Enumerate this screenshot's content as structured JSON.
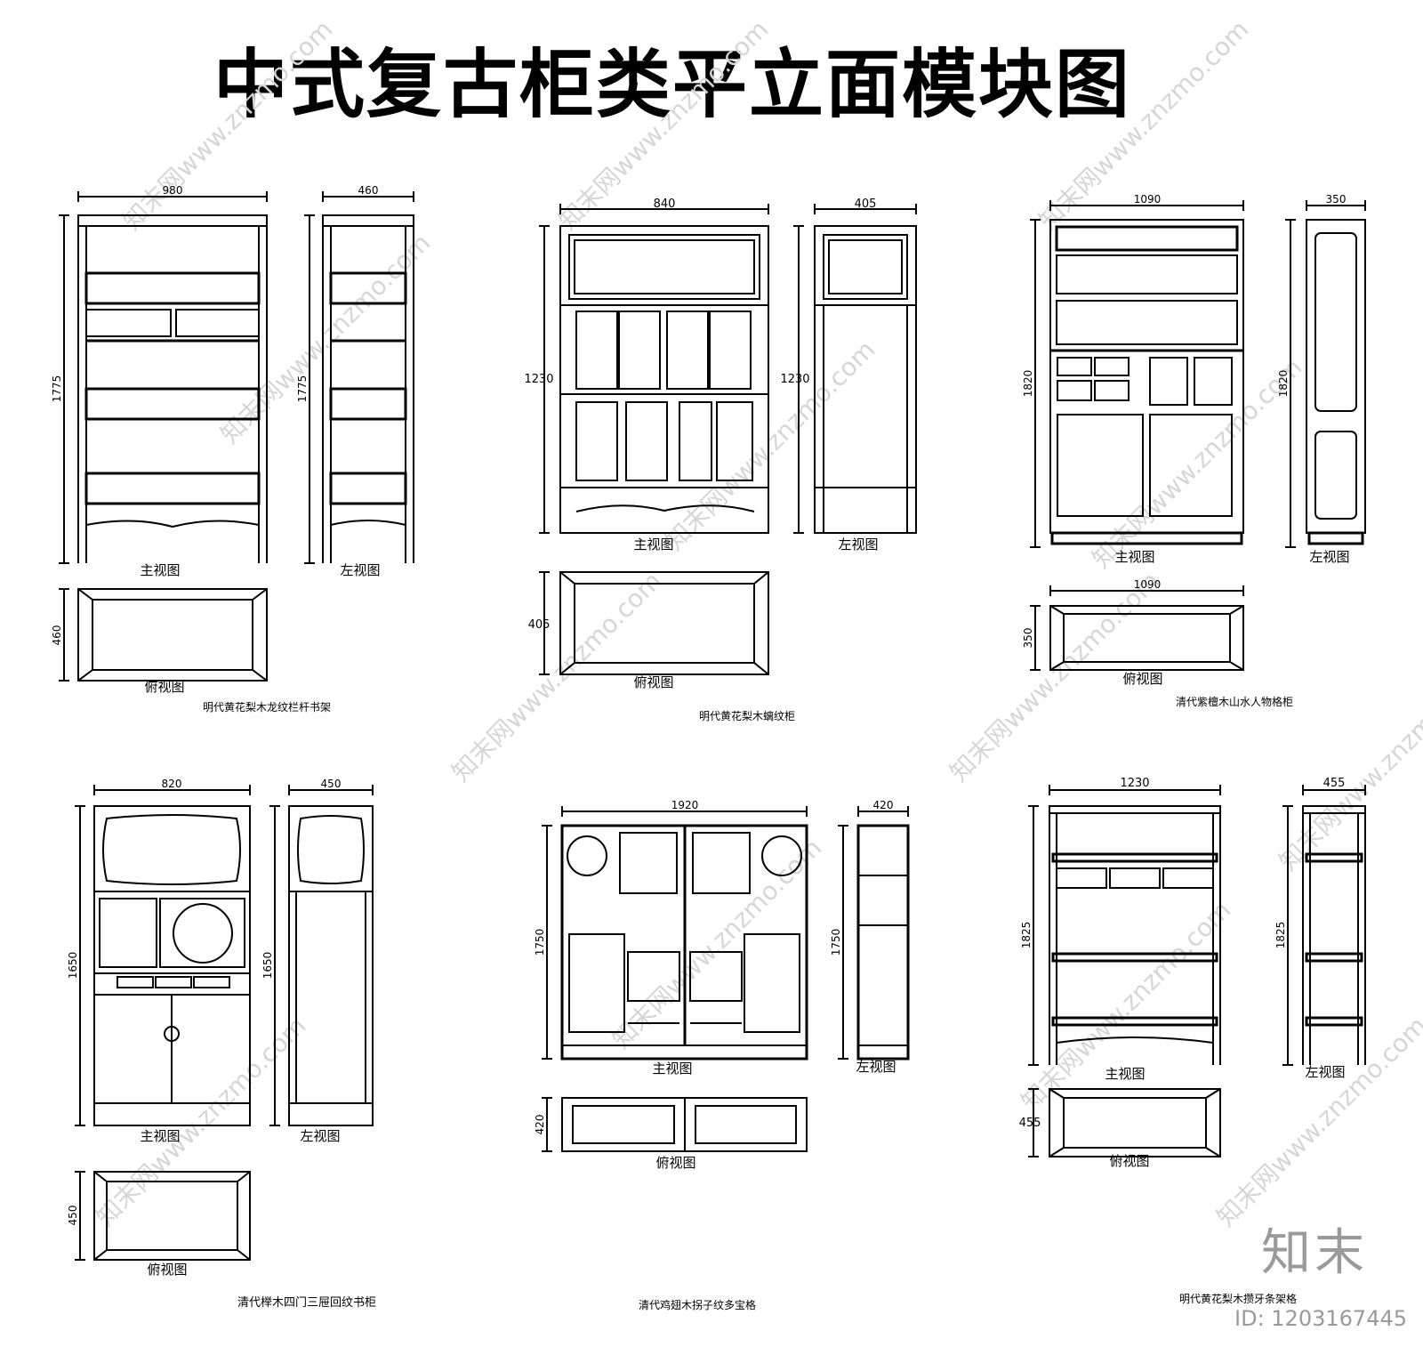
{
  "title": "中式复古柜类平立面模块图",
  "logo": "知末",
  "image_id": "ID: 1203167445",
  "watermark": "知末网www.znzmo.com",
  "view_labels": {
    "front": "主视图",
    "left": "左视图",
    "top": "俯视图"
  },
  "modules": [
    {
      "name": "明代黄花梨木龙纹栏杆书架",
      "front_width": "980",
      "height": "1775",
      "side_width": "460",
      "front_height": "1775",
      "plan_width": "",
      "plan_depth": "460"
    },
    {
      "name": "明代黄花梨木螭纹柜",
      "front_width": "840",
      "height": "1230",
      "side_width": "405",
      "front_height": "1230",
      "plan_width": "",
      "plan_depth": "405"
    },
    {
      "name": "清代紫檀木山水人物格柜",
      "front_width": "1090",
      "height": "1820",
      "side_width": "350",
      "front_height": "1820",
      "plan_width": "1090",
      "plan_depth": "350"
    },
    {
      "name": "清代榉木四门三屉回纹书柜",
      "front_width": "820",
      "height": "1650",
      "side_width": "450",
      "front_height": "1650",
      "plan_width": "",
      "plan_depth": "450"
    },
    {
      "name": "清代鸡翅木拐子纹多宝格",
      "front_width": "1920",
      "height": "1750",
      "side_width": "420",
      "front_height": "1750",
      "plan_width": "",
      "plan_depth": "420"
    },
    {
      "name": "明代黄花梨木攒牙条架格",
      "front_width": "1230",
      "height": "1825",
      "side_width": "455",
      "front_height": "1825",
      "plan_width": "",
      "plan_depth": "455"
    }
  ]
}
